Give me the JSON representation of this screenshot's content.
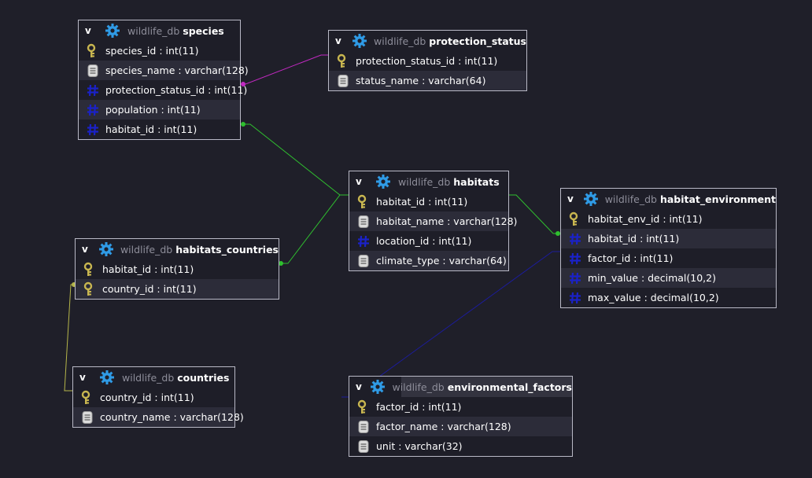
{
  "diagram": {
    "toggle_label": "v",
    "db_name": "wildlife_db",
    "colors": {
      "background": "#1f1f29",
      "key_icon": "#c8b650",
      "hash_icon": "#1b22c8",
      "gear_icon": "#2f9be6",
      "link_magenta": "#c229c2",
      "link_green": "#2fbf2f",
      "link_blue": "#1c1c9c",
      "link_yellow": "#b6b64a"
    },
    "tables": [
      {
        "id": "species",
        "name": "species",
        "columns": [
          {
            "text": "species_id : int(11)",
            "icon": "key-icon"
          },
          {
            "text": "species_name : varchar(128)",
            "icon": "text-field-icon"
          },
          {
            "text": "protection_status_id : int(11)",
            "icon": "hash-icon"
          },
          {
            "text": "population : int(11)",
            "icon": "hash-icon"
          },
          {
            "text": "habitat_id : int(11)",
            "icon": "hash-icon"
          }
        ]
      },
      {
        "id": "protection_status",
        "name": "protection_status",
        "columns": [
          {
            "text": "protection_status_id : int(11)",
            "icon": "key-icon"
          },
          {
            "text": "status_name : varchar(64)",
            "icon": "text-field-icon"
          }
        ]
      },
      {
        "id": "habitats",
        "name": "habitats",
        "columns": [
          {
            "text": "habitat_id : int(11)",
            "icon": "key-icon"
          },
          {
            "text": "habitat_name : varchar(128)",
            "icon": "text-field-icon"
          },
          {
            "text": "location_id : int(11)",
            "icon": "hash-icon"
          },
          {
            "text": "climate_type : varchar(64)",
            "icon": "text-field-icon"
          }
        ]
      },
      {
        "id": "habitat_environment",
        "name": "habitat_environment",
        "columns": [
          {
            "text": "habitat_env_id : int(11)",
            "icon": "key-icon"
          },
          {
            "text": "habitat_id : int(11)",
            "icon": "hash-icon"
          },
          {
            "text": "factor_id : int(11)",
            "icon": "hash-icon"
          },
          {
            "text": "min_value : decimal(10,2)",
            "icon": "hash-icon"
          },
          {
            "text": "max_value : decimal(10,2)",
            "icon": "hash-icon"
          }
        ]
      },
      {
        "id": "habitats_countries",
        "name": "habitats_countries",
        "columns": [
          {
            "text": "habitat_id : int(11)",
            "icon": "key-icon"
          },
          {
            "text": "country_id : int(11)",
            "icon": "key-icon"
          }
        ]
      },
      {
        "id": "countries",
        "name": "countries",
        "columns": [
          {
            "text": "country_id : int(11)",
            "icon": "key-icon"
          },
          {
            "text": "country_name : varchar(128)",
            "icon": "text-field-icon"
          }
        ]
      },
      {
        "id": "environmental_factors",
        "name": "environmental_factors",
        "columns": [
          {
            "text": "factor_id : int(11)",
            "icon": "key-icon"
          },
          {
            "text": "factor_name : varchar(128)",
            "icon": "text-field-icon"
          },
          {
            "text": "unit : varchar(32)",
            "icon": "text-field-icon"
          }
        ]
      }
    ]
  }
}
